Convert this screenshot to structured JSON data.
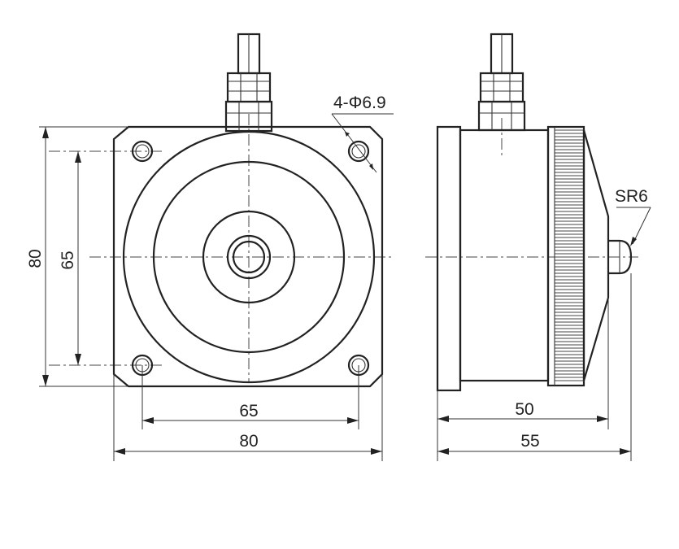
{
  "drawing": {
    "labels": {
      "hole_callout": "4-Φ6.9",
      "sphere_radius": "SR6",
      "front_height_outer": "80",
      "front_height_inner": "65",
      "front_width_inner": "65",
      "front_width_outer": "80",
      "side_body_length": "50",
      "side_total_length": "55"
    }
  }
}
